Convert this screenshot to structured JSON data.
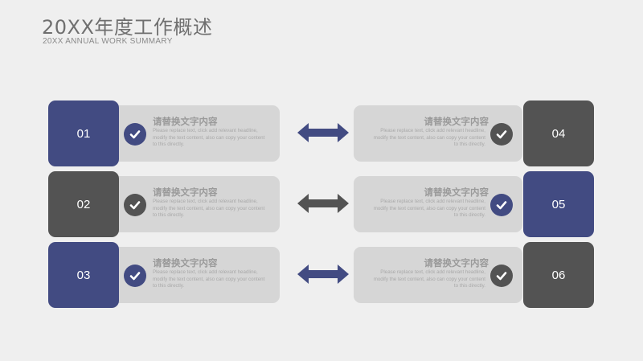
{
  "header": {
    "title": "20XX年度工作概述",
    "subtitle": "20XX ANNUAL WORK SUMMARY"
  },
  "colors": {
    "blue": "#424b82",
    "gray": "#535353",
    "card": "#d6d6d6",
    "background": "#efefef"
  },
  "icons": {
    "check": "check-circle-icon",
    "arrow": "double-arrow-icon"
  },
  "items": [
    {
      "number": "01",
      "title": "请替换文字内容",
      "desc": "Please replace text, click add relevant headline, modify the text content, also can copy your content to this directly.",
      "color": "blue"
    },
    {
      "number": "02",
      "title": "请替换文字内容",
      "desc": "Please replace text, click add relevant headline, modify the text content, also can copy your content to this directly.",
      "color": "gray"
    },
    {
      "number": "03",
      "title": "请替换文字内容",
      "desc": "Please replace text, click add relevant headline, modify the text content, also can copy your content to this directly.",
      "color": "blue"
    },
    {
      "number": "04",
      "title": "请替换文字内容",
      "desc": "Please replace text, click add relevant headline, modify the text content, also can copy your content to this directly.",
      "color": "gray"
    },
    {
      "number": "05",
      "title": "请替换文字内容",
      "desc": "Please replace text, click add relevant headline, modify the text content, also can copy your content to this directly.",
      "color": "blue"
    },
    {
      "number": "06",
      "title": "请替换文字内容",
      "desc": "Please replace text, click add relevant headline, modify the text content, also can copy your content to this directly.",
      "color": "gray"
    }
  ]
}
